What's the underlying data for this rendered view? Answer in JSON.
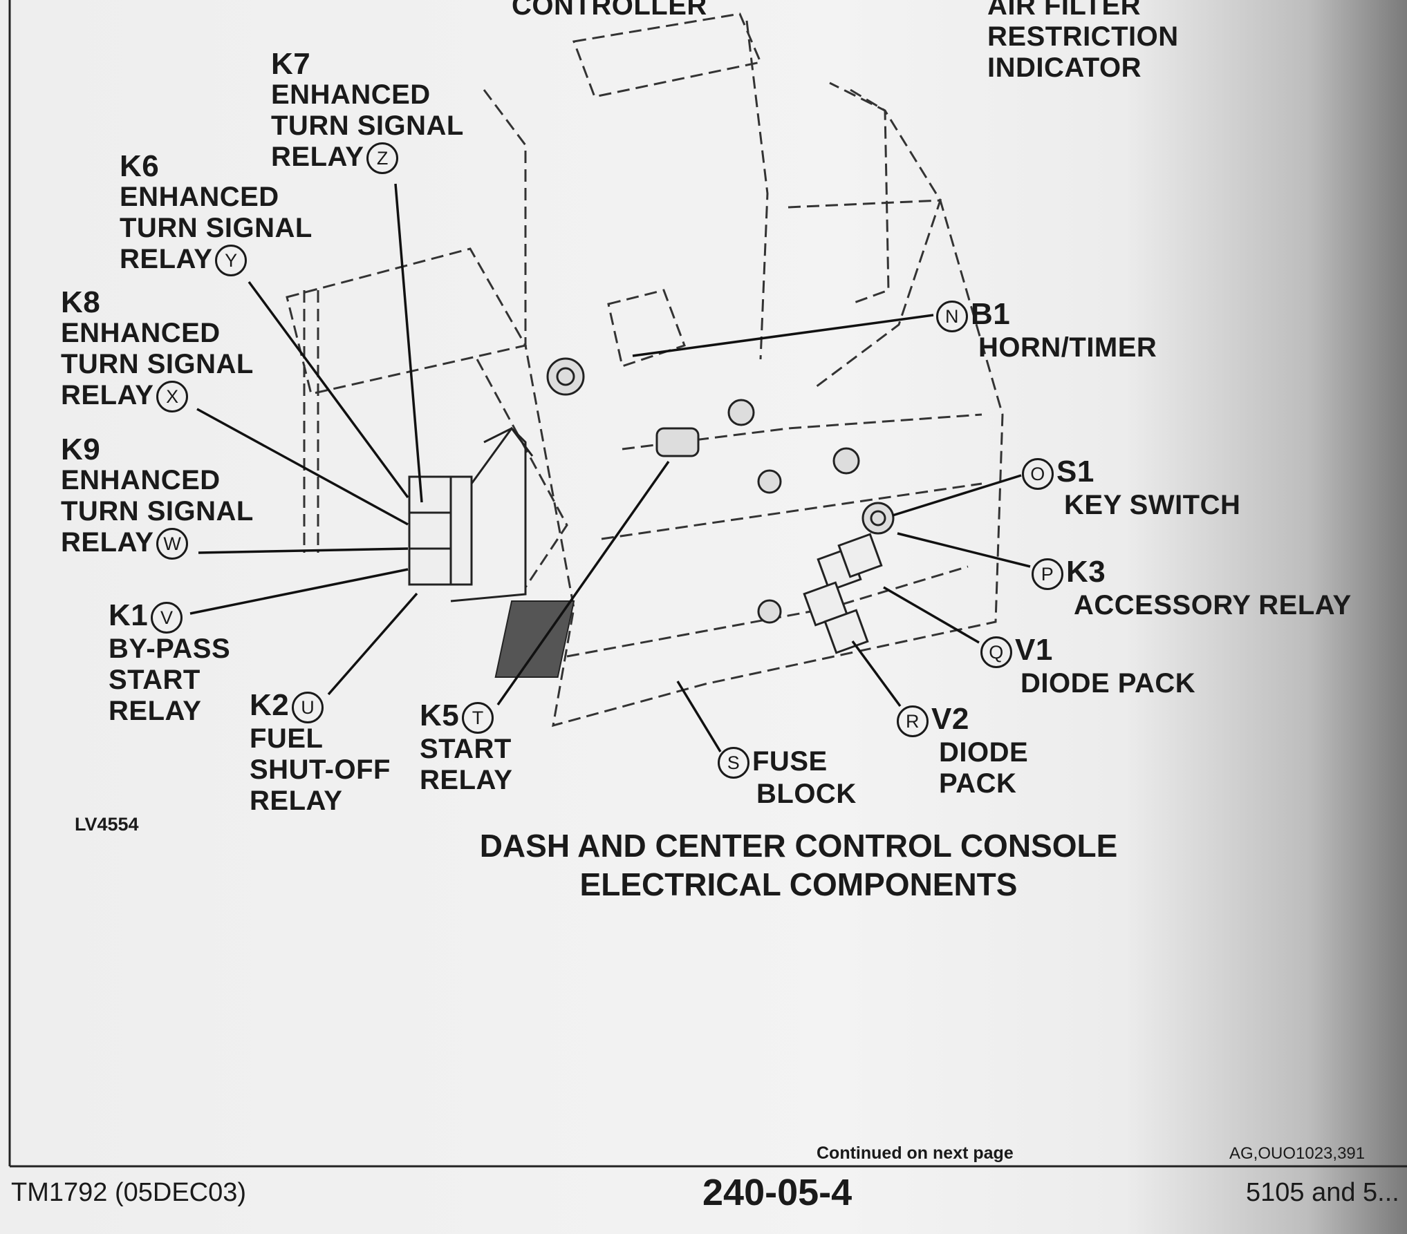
{
  "top_labels": {
    "controller": "CONTROLLER",
    "air_filter": [
      "AIR FILTER",
      "RESTRICTION",
      "INDICATOR"
    ]
  },
  "callouts": {
    "k7": {
      "code": "K7",
      "letter": "Z",
      "lines": [
        "ENHANCED",
        "TURN SIGNAL",
        "RELAY"
      ]
    },
    "k6": {
      "code": "K6",
      "letter": "Y",
      "lines": [
        "ENHANCED",
        "TURN SIGNAL",
        "RELAY"
      ]
    },
    "k8": {
      "code": "K8",
      "letter": "X",
      "lines": [
        "ENHANCED",
        "TURN SIGNAL",
        "RELAY"
      ]
    },
    "k9": {
      "code": "K9",
      "letter": "W",
      "lines": [
        "ENHANCED",
        "TURN SIGNAL",
        "RELAY"
      ]
    },
    "k1": {
      "code": "K1",
      "letter": "V",
      "lines": [
        "BY-PASS",
        "START",
        "RELAY"
      ]
    },
    "k2": {
      "code": "K2",
      "letter": "U",
      "lines": [
        "FUEL",
        "SHUT-OFF",
        "RELAY"
      ]
    },
    "k5": {
      "code": "K5",
      "letter": "T",
      "lines": [
        "START",
        "RELAY"
      ]
    },
    "b1": {
      "code": "B1",
      "letter": "N",
      "lines": [
        "HORN/TIMER"
      ]
    },
    "s1": {
      "code": "S1",
      "letter": "O",
      "lines": [
        "KEY SWITCH"
      ]
    },
    "k3": {
      "code": "K3",
      "letter": "P",
      "lines": [
        "ACCESSORY RELAY"
      ]
    },
    "v1": {
      "code": "V1",
      "letter": "Q",
      "lines": [
        "DIODE PACK"
      ]
    },
    "v2": {
      "code": "V2",
      "letter": "R",
      "lines": [
        "DIODE",
        "PACK"
      ]
    },
    "fuse": {
      "letter": "S",
      "lines": [
        "FUSE",
        "BLOCK"
      ]
    }
  },
  "figure_id": "LV4554",
  "title": [
    "DASH AND CENTER CONTROL CONSOLE",
    "ELECTRICAL COMPONENTS"
  ],
  "footer": {
    "continued": "Continued on next page",
    "ref": "AG,OUO1023,391",
    "manual": "TM1792 (05DEC03)",
    "page": "240-05-4",
    "models": "5105 and 5..."
  }
}
